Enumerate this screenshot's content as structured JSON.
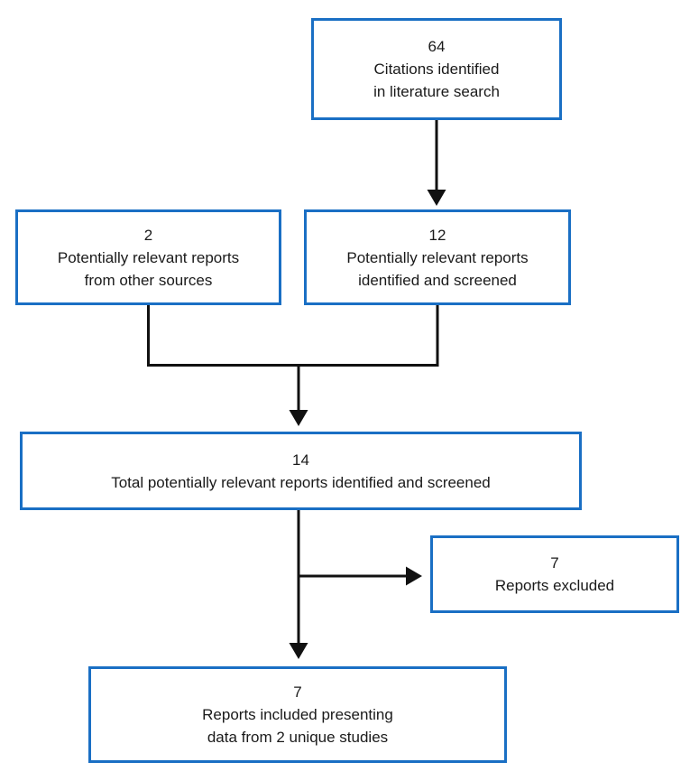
{
  "diagram": {
    "type": "flowchart",
    "description": "Literature search screening flow diagram",
    "colors": {
      "box_border": "#1a6fc4",
      "connector": "#111111",
      "text": "#1a1a1a",
      "background": "#ffffff"
    },
    "boxes": [
      {
        "id": "citations",
        "count": "64",
        "lines": [
          "Citations identified",
          "in literature search"
        ]
      },
      {
        "id": "other-sources",
        "count": "2",
        "lines": [
          "Potentially relevant reports",
          "from other sources"
        ]
      },
      {
        "id": "identified-screened",
        "count": "12",
        "lines": [
          "Potentially relevant reports",
          "identified and screened"
        ]
      },
      {
        "id": "total-screened",
        "count": "14",
        "lines": [
          "Total potentially relevant reports identified and screened"
        ]
      },
      {
        "id": "excluded",
        "count": "7",
        "lines": [
          "Reports excluded"
        ]
      },
      {
        "id": "included",
        "count": "7",
        "lines": [
          "Reports included presenting",
          "data from 2 unique studies"
        ]
      }
    ],
    "edges": [
      {
        "from": "citations",
        "to": "identified-screened"
      },
      {
        "from": "other-sources",
        "to": "total-screened"
      },
      {
        "from": "identified-screened",
        "to": "total-screened"
      },
      {
        "from": "total-screened",
        "to": "excluded"
      },
      {
        "from": "total-screened",
        "to": "included"
      }
    ]
  }
}
